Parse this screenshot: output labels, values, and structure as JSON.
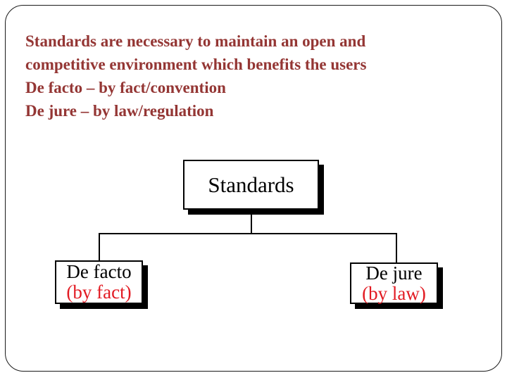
{
  "slide": {
    "intro_lines": [
      "Standards are necessary to maintain an open and",
      "competitive environment which benefits the users",
      "De facto – by fact/convention",
      "De jure – by law/regulation"
    ]
  },
  "diagram": {
    "root_label": "Standards",
    "children": [
      {
        "label": "De facto",
        "sublabel": "(by fact)"
      },
      {
        "label": "De jure",
        "sublabel": "(by law)"
      }
    ]
  },
  "colors": {
    "background": "#ffffff",
    "intro_text": "#943634",
    "diagram_text": "#000000",
    "sublabel_red": "#e21b23",
    "box_border": "#000000",
    "box_shadow": "#000000",
    "slide_border": "#1a1a1a"
  }
}
